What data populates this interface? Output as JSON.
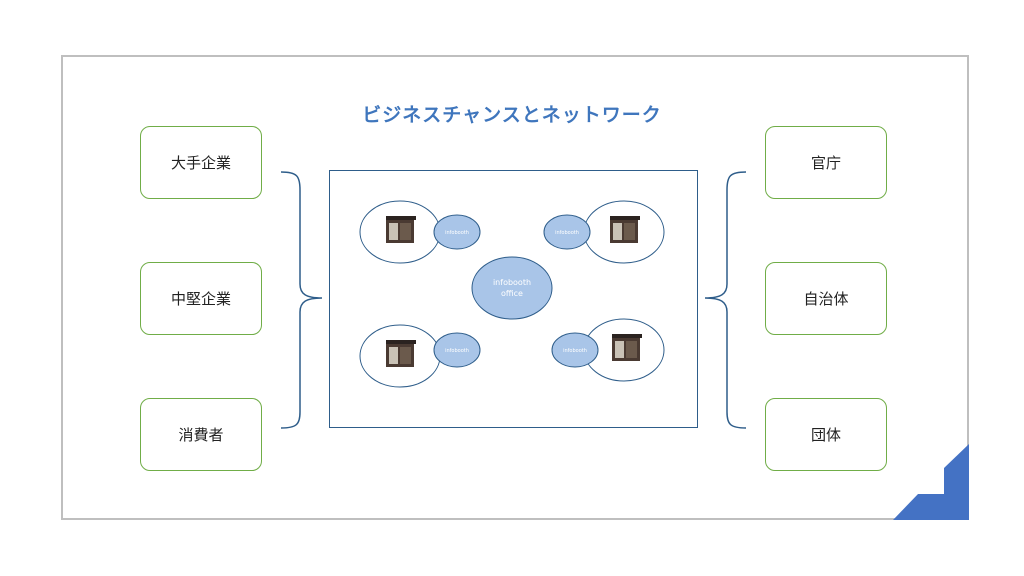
{
  "title": "ビジネスチャンスとネットワーク",
  "left_boxes": [
    {
      "label": "大手企業"
    },
    {
      "label": "中堅企業"
    },
    {
      "label": "消費者"
    }
  ],
  "right_boxes": [
    {
      "label": "官庁"
    },
    {
      "label": "自治体"
    },
    {
      "label": "団体"
    }
  ],
  "hub": {
    "line1": "infobooth",
    "line2": "office"
  },
  "satellites": [
    {
      "label": "infobooth"
    },
    {
      "label": "infobooth"
    },
    {
      "label": "infobooth"
    },
    {
      "label": "infobooth"
    }
  ],
  "colors": {
    "title": "#3f76bd",
    "box_border": "#70ad47",
    "bracket": "#2e5d8a",
    "node_fill": "#a9c5e8",
    "node_stroke": "#2e5d8a",
    "corner_accent": "#4472c4"
  }
}
